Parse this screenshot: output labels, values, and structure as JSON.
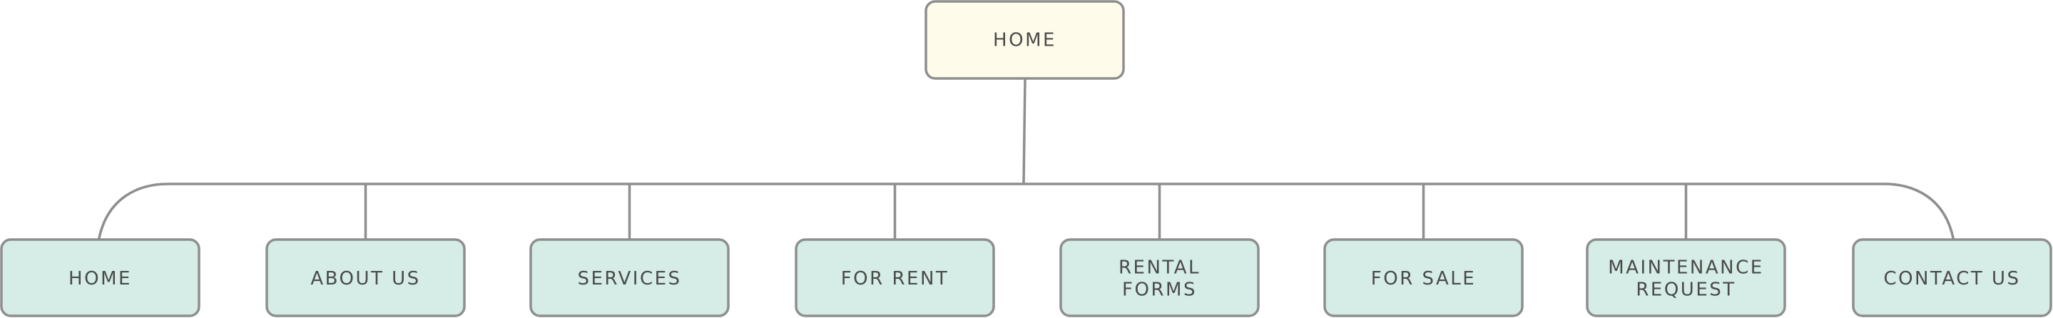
{
  "colors": {
    "root_fill": "#fffbea",
    "child_fill": "#d5ede6",
    "stroke": "#8e8e8e",
    "text": "#4a4a4a"
  },
  "diagram": {
    "root": {
      "label": "HOME"
    },
    "children": [
      {
        "lines": [
          "HOME"
        ]
      },
      {
        "lines": [
          "ABOUT US"
        ]
      },
      {
        "lines": [
          "SERVICES"
        ]
      },
      {
        "lines": [
          "FOR RENT"
        ]
      },
      {
        "lines": [
          "RENTAL",
          "FORMS"
        ]
      },
      {
        "lines": [
          "FOR SALE"
        ]
      },
      {
        "lines": [
          "MAINTENANCE",
          "REQUEST"
        ]
      },
      {
        "lines": [
          "CONTACT US"
        ]
      }
    ]
  }
}
